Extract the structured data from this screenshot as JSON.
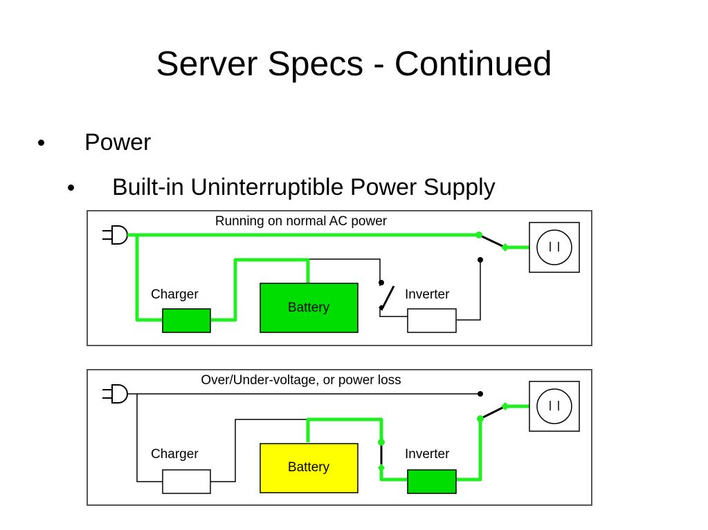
{
  "slide": {
    "title": "Server Specs - Continued",
    "bullets": [
      {
        "text": "Power"
      },
      {
        "text": "Built-in Uninterruptible Power Supply"
      }
    ]
  },
  "diagrams": [
    {
      "caption": "Running on normal AC power",
      "charger_label": "Charger",
      "battery_label": "Battery",
      "inverter_label": "Inverter",
      "charger_fill": "#00dd00",
      "battery_fill": "#00dd00",
      "inverter_fill": "#ffffff"
    },
    {
      "caption": "Over/Under-voltage, or power loss",
      "charger_label": "Charger",
      "battery_label": "Battery",
      "inverter_label": "Inverter",
      "charger_fill": "#ffffff",
      "battery_fill": "#ffff00",
      "inverter_fill": "#00dd00"
    }
  ],
  "colors": {
    "active_wire": "#22ee22",
    "idle_wire": "#000000"
  }
}
